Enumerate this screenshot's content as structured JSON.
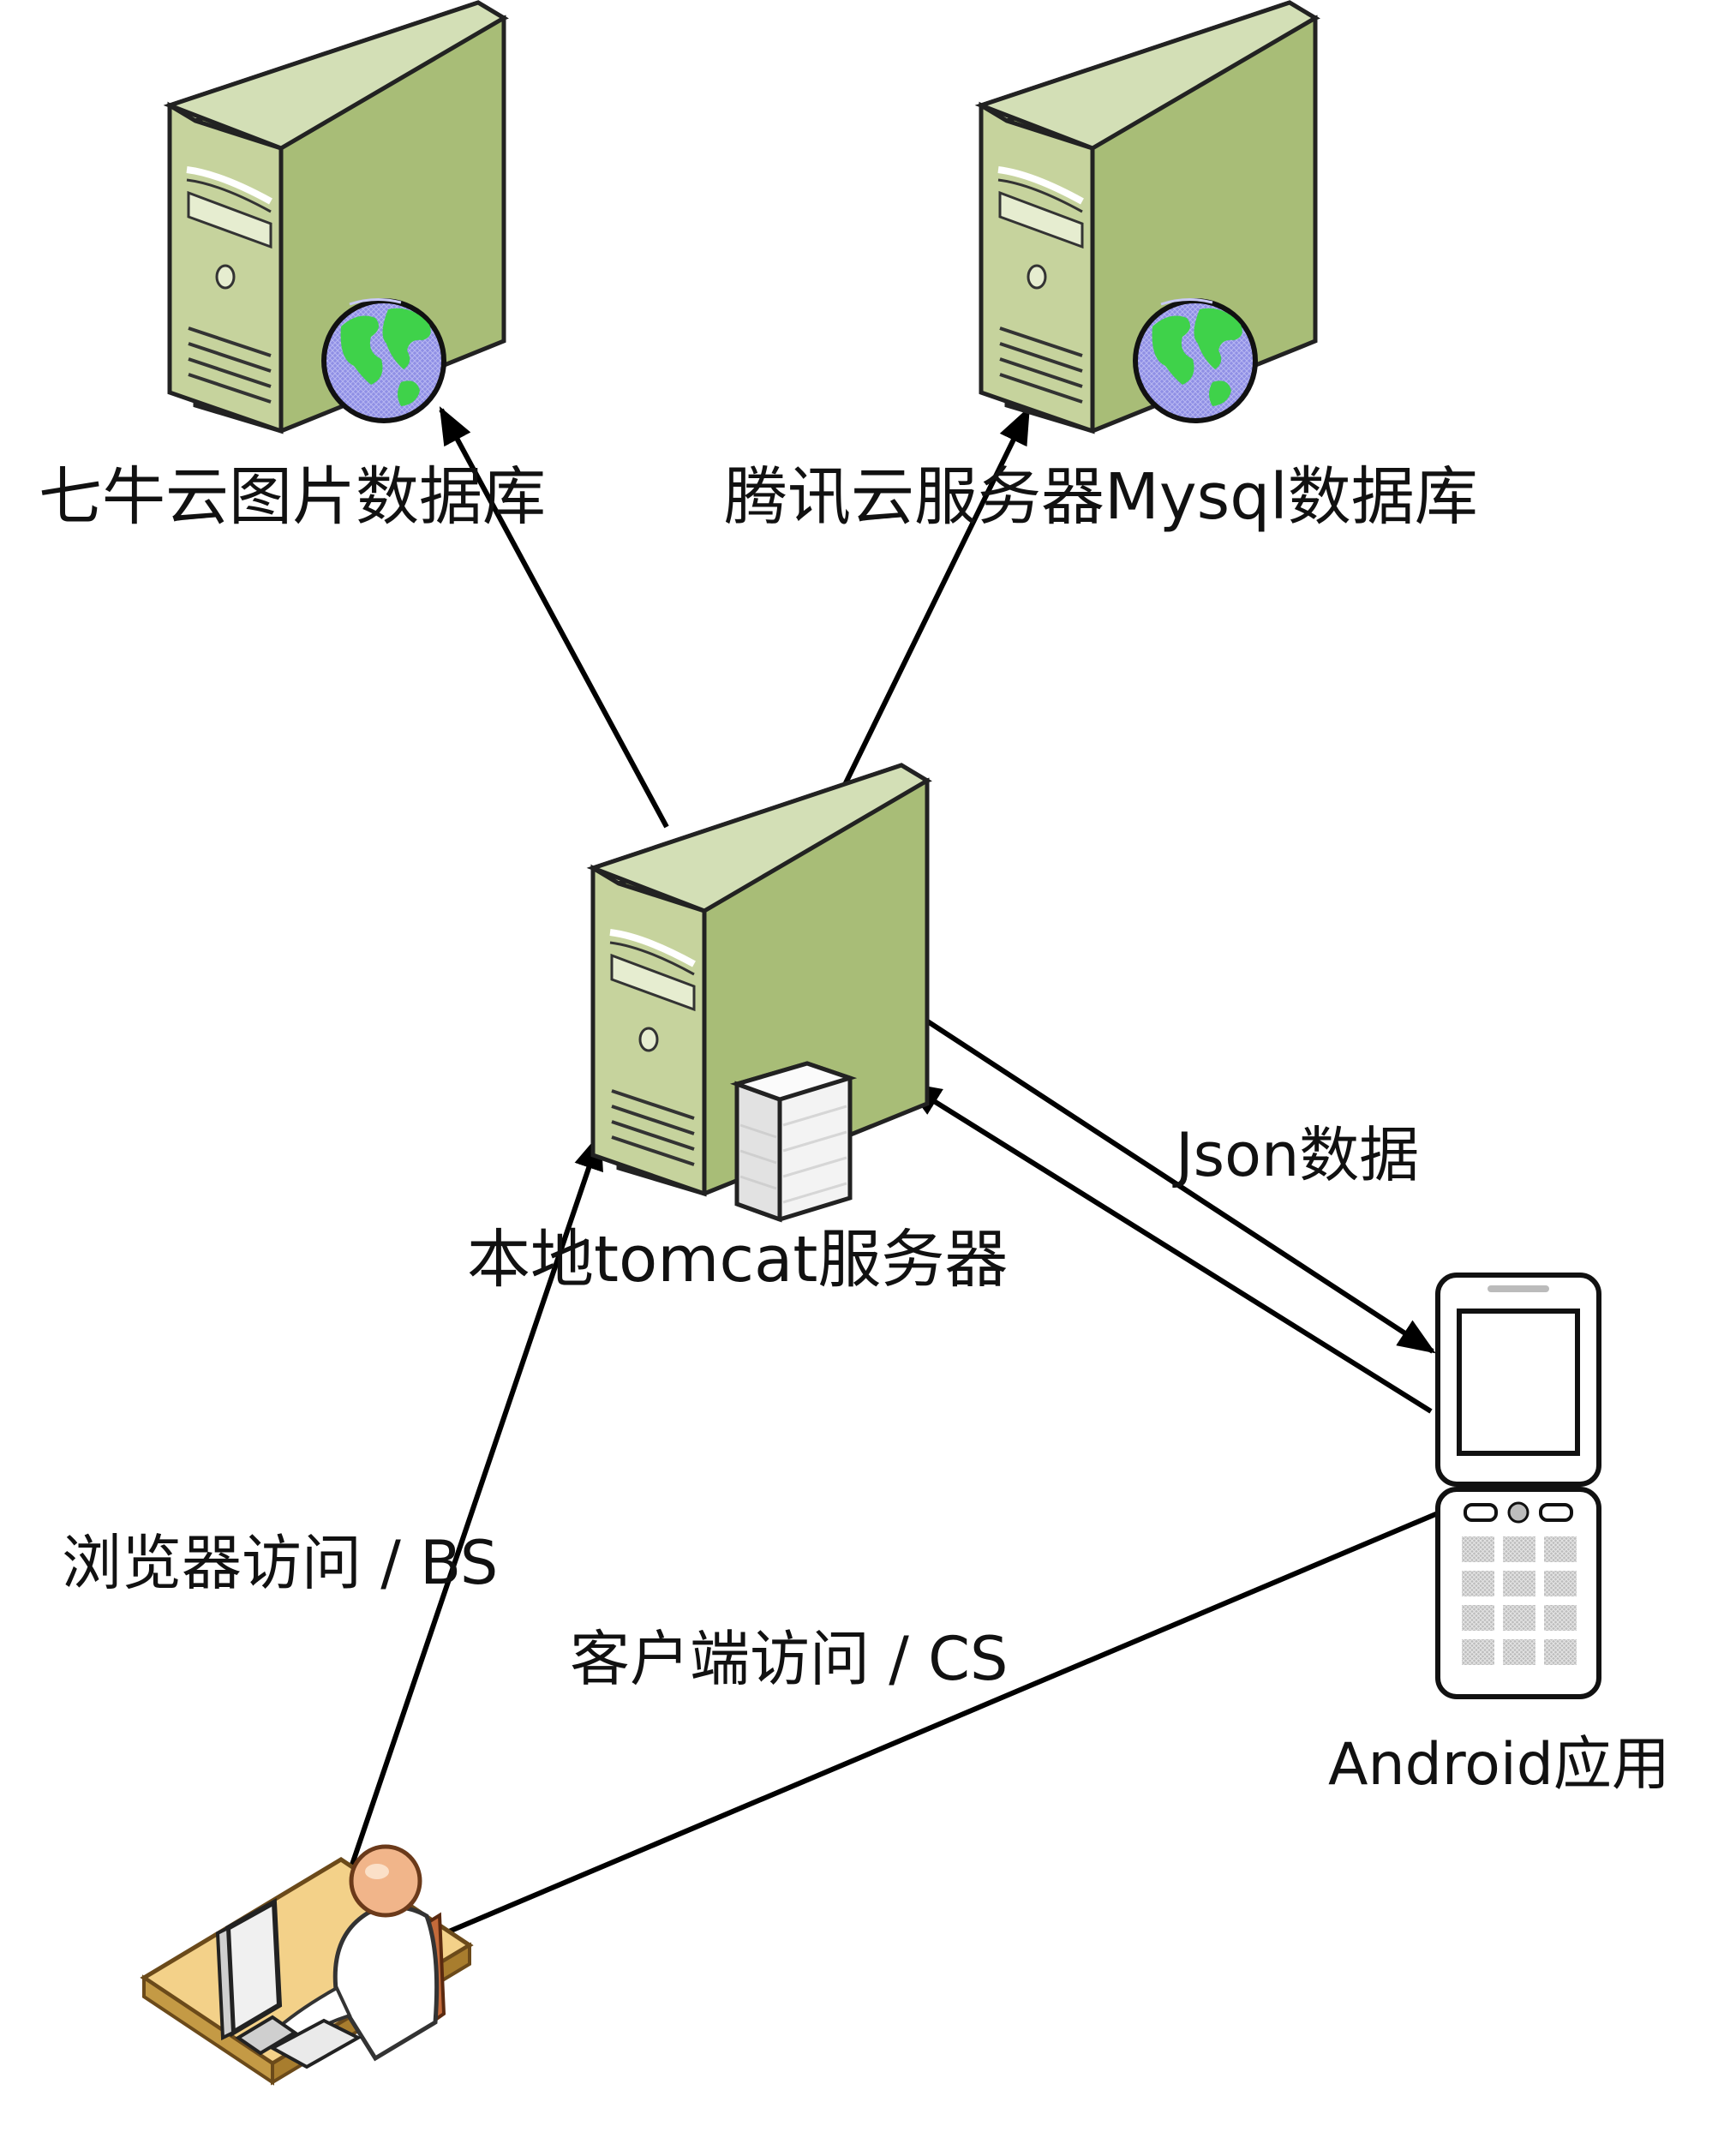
{
  "nodes": {
    "qiniu": {
      "label": "七牛云图片数据库",
      "icon": "web-server-icon"
    },
    "tencent": {
      "label": "腾讯云服务器Mysql数据库",
      "icon": "web-server-icon"
    },
    "tomcat": {
      "label": "本地tomcat服务器",
      "icon": "server-firewall-icon"
    },
    "android": {
      "label": "Android应用",
      "icon": "mobile-phone-icon"
    },
    "user": {
      "label": "",
      "icon": "user-at-desk-icon"
    }
  },
  "edges": {
    "browser_access": {
      "label": "浏览器访问 / BS"
    },
    "client_access": {
      "label": "客户端访问 / CS"
    },
    "json_data": {
      "label": "Json数据"
    }
  },
  "colors": {
    "server_front": "#c6d39d",
    "server_side": "#a8bd77",
    "server_top": "#d3dfb6",
    "globe_water": "#8f8fe5",
    "globe_land": "#3fd24a",
    "line": "#000000",
    "person_skin": "#f1b58a",
    "desk": "#f3d189"
  }
}
